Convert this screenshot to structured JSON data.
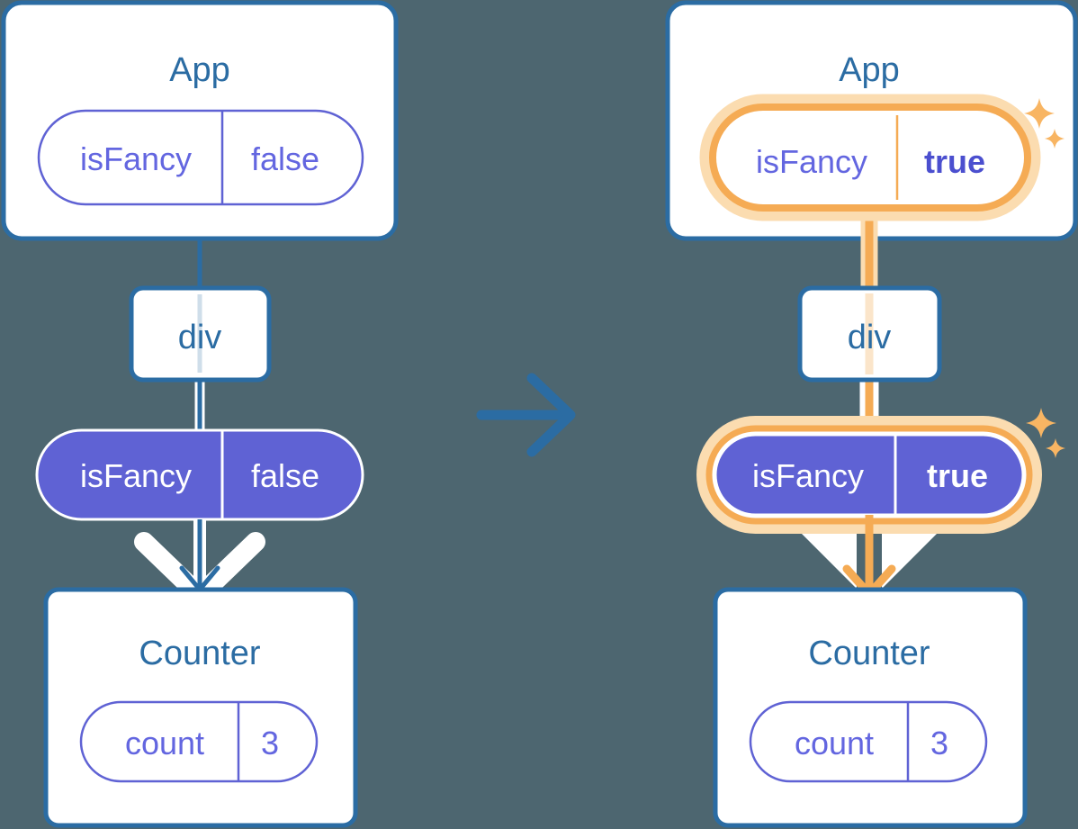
{
  "meta": {
    "background_color": "#4d6670",
    "blue": "#2b6ca3",
    "purple": "#5f62d4",
    "purple_text": "#5a5fd1",
    "orange": "#f5ab54",
    "orange_glow": "#fbdcb0",
    "white": "#ffffff"
  },
  "panels": [
    {
      "id": "before",
      "root": {
        "title": "App",
        "state_pill": {
          "key": "isFancy",
          "value": "false",
          "style": "outline",
          "highlighted": false,
          "value_bold": false
        }
      },
      "dom_node": {
        "label": "div"
      },
      "prop_pill": {
        "key": "isFancy",
        "value": "false",
        "style": "filled",
        "highlighted": false,
        "value_bold": false
      },
      "child": {
        "title": "Counter",
        "state_pill": {
          "key": "count",
          "value": "3",
          "style": "outline",
          "highlighted": false,
          "value_bold": false
        }
      },
      "edge_color": "#2b6ca3",
      "sparkles": false
    },
    {
      "id": "after",
      "root": {
        "title": "App",
        "state_pill": {
          "key": "isFancy",
          "value": "true",
          "style": "outline",
          "highlighted": true,
          "value_bold": true
        }
      },
      "dom_node": {
        "label": "div"
      },
      "prop_pill": {
        "key": "isFancy",
        "value": "true",
        "style": "filled",
        "highlighted": true,
        "value_bold": true
      },
      "child": {
        "title": "Counter",
        "state_pill": {
          "key": "count",
          "value": "3",
          "style": "outline",
          "highlighted": false,
          "value_bold": false
        }
      },
      "edge_color": "#f5ab54",
      "sparkles": true
    }
  ],
  "transition": {
    "icon": "arrow-right-icon",
    "color": "#2b6ca3"
  }
}
